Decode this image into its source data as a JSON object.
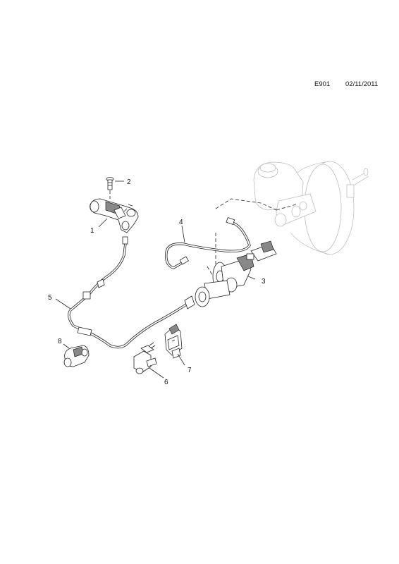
{
  "header": {
    "code": "E901",
    "date": "02/11/2011"
  },
  "callouts": [
    {
      "id": "1",
      "label": "1"
    },
    {
      "id": "2",
      "label": "2"
    },
    {
      "id": "3",
      "label": "3"
    },
    {
      "id": "4",
      "label": "4"
    },
    {
      "id": "5",
      "label": "5"
    },
    {
      "id": "6",
      "label": "6"
    },
    {
      "id": "7",
      "label": "7"
    },
    {
      "id": "8",
      "label": "8"
    }
  ]
}
